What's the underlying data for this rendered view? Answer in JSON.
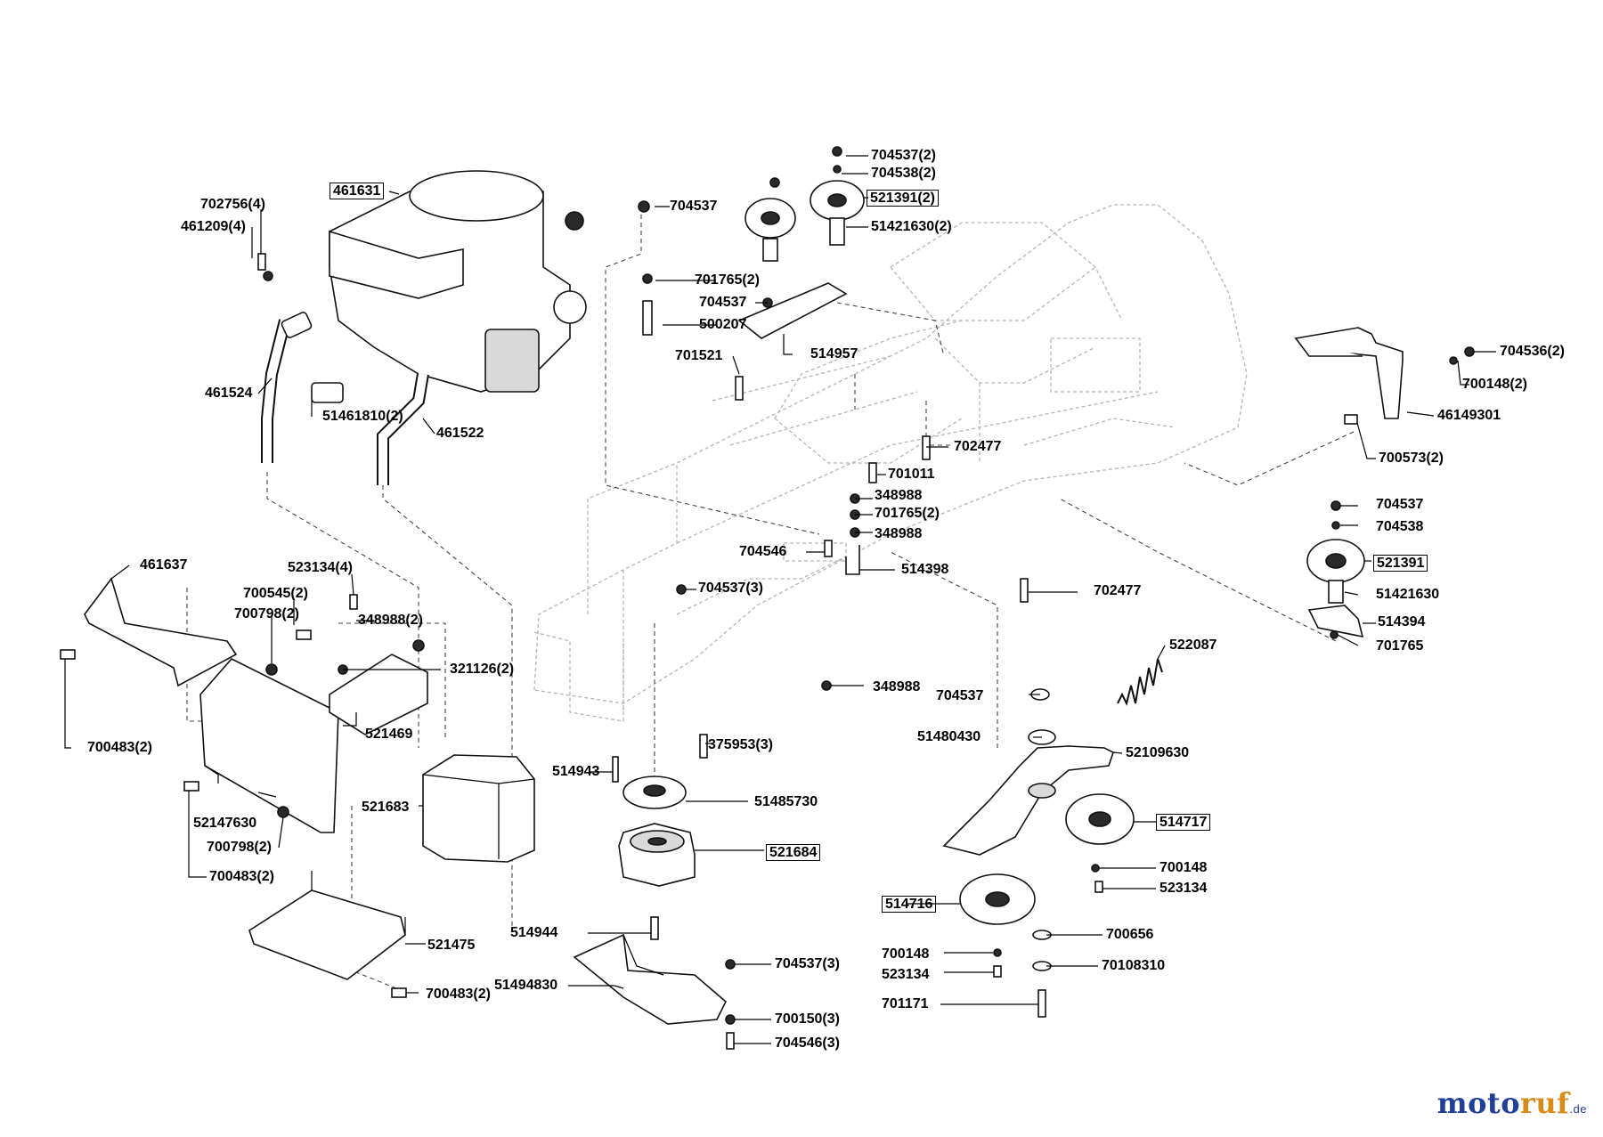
{
  "parts": [
    {
      "id": "p01",
      "label": "461631",
      "boxed": true
    },
    {
      "id": "p02",
      "label": "702756(4)",
      "boxed": false
    },
    {
      "id": "p03",
      "label": "461209(4)",
      "boxed": false
    },
    {
      "id": "p04",
      "label": "461524",
      "boxed": false
    },
    {
      "id": "p05",
      "label": "51461810(2)",
      "boxed": false
    },
    {
      "id": "p06",
      "label": "461522",
      "boxed": false
    },
    {
      "id": "p07",
      "label": "704537",
      "boxed": false
    },
    {
      "id": "p08",
      "label": "701765(2)",
      "boxed": false
    },
    {
      "id": "p09",
      "label": "704537",
      "boxed": false
    },
    {
      "id": "p10",
      "label": "500207",
      "boxed": false
    },
    {
      "id": "p11",
      "label": "701521",
      "boxed": false
    },
    {
      "id": "p12",
      "label": "514957",
      "boxed": false
    },
    {
      "id": "p13",
      "label": "704537(2)",
      "boxed": false
    },
    {
      "id": "p14",
      "label": "704538(2)",
      "boxed": false
    },
    {
      "id": "p15",
      "label": "521391(2)",
      "boxed": true
    },
    {
      "id": "p16",
      "label": "51421630(2)",
      "boxed": false
    },
    {
      "id": "p17",
      "label": "704536(2)",
      "boxed": false
    },
    {
      "id": "p18",
      "label": "700148(2)",
      "boxed": false
    },
    {
      "id": "p19",
      "label": "46149301",
      "boxed": false
    },
    {
      "id": "p20",
      "label": "700573(2)",
      "boxed": false
    },
    {
      "id": "p21",
      "label": "702477",
      "boxed": false
    },
    {
      "id": "p22",
      "label": "701011",
      "boxed": false
    },
    {
      "id": "p23",
      "label": "348988",
      "boxed": false
    },
    {
      "id": "p24",
      "label": "701765(2)",
      "boxed": false
    },
    {
      "id": "p25",
      "label": "348988",
      "boxed": false
    },
    {
      "id": "p26",
      "label": "704546",
      "boxed": false
    },
    {
      "id": "p27",
      "label": "514398",
      "boxed": false
    },
    {
      "id": "p28",
      "label": "704537",
      "boxed": false
    },
    {
      "id": "p29",
      "label": "704538",
      "boxed": false
    },
    {
      "id": "p30",
      "label": "521391",
      "boxed": true
    },
    {
      "id": "p31",
      "label": "51421630",
      "boxed": false
    },
    {
      "id": "p32",
      "label": "514394",
      "boxed": false
    },
    {
      "id": "p33",
      "label": "701765",
      "boxed": false
    },
    {
      "id": "p34",
      "label": "702477",
      "boxed": false
    },
    {
      "id": "p35",
      "label": "704537(3)",
      "boxed": false
    },
    {
      "id": "p36",
      "label": "461637",
      "boxed": false
    },
    {
      "id": "p37",
      "label": "523134(4)",
      "boxed": false
    },
    {
      "id": "p38",
      "label": "700545(2)",
      "boxed": false
    },
    {
      "id": "p39",
      "label": "700798(2)",
      "boxed": false
    },
    {
      "id": "p40",
      "label": "348988(2)",
      "boxed": false
    },
    {
      "id": "p41",
      "label": "321126(2)",
      "boxed": false
    },
    {
      "id": "p42",
      "label": "521469",
      "boxed": false
    },
    {
      "id": "p43",
      "label": "700483(2)",
      "boxed": false
    },
    {
      "id": "p44",
      "label": "348988",
      "boxed": false
    },
    {
      "id": "p45",
      "label": "522087",
      "boxed": false
    },
    {
      "id": "p46",
      "label": "704537",
      "boxed": false
    },
    {
      "id": "p47",
      "label": "51480430",
      "boxed": false
    },
    {
      "id": "p48",
      "label": "52109630",
      "boxed": false
    },
    {
      "id": "p49",
      "label": "375953(3)",
      "boxed": false
    },
    {
      "id": "p50",
      "label": "514943",
      "boxed": false
    },
    {
      "id": "p51",
      "label": "51485730",
      "boxed": false
    },
    {
      "id": "p52",
      "label": "521683",
      "boxed": false
    },
    {
      "id": "p53",
      "label": "521684",
      "boxed": true
    },
    {
      "id": "p54",
      "label": "514717",
      "boxed": true
    },
    {
      "id": "p55",
      "label": "52147630",
      "boxed": false
    },
    {
      "id": "p56",
      "label": "700798(2)",
      "boxed": false
    },
    {
      "id": "p57",
      "label": "700483(2)",
      "boxed": false
    },
    {
      "id": "p58",
      "label": "700148",
      "boxed": false
    },
    {
      "id": "p59",
      "label": "523134",
      "boxed": false
    },
    {
      "id": "p60",
      "label": "514716",
      "boxed": true
    },
    {
      "id": "p61",
      "label": "514944",
      "boxed": false
    },
    {
      "id": "p62",
      "label": "521475",
      "boxed": false
    },
    {
      "id": "p63",
      "label": "700656",
      "boxed": false
    },
    {
      "id": "p64",
      "label": "704537(3)",
      "boxed": false
    },
    {
      "id": "p65",
      "label": "51494830",
      "boxed": false
    },
    {
      "id": "p66",
      "label": "700148",
      "boxed": false
    },
    {
      "id": "p67",
      "label": "523134",
      "boxed": false
    },
    {
      "id": "p68",
      "label": "70108310",
      "boxed": false
    },
    {
      "id": "p69",
      "label": "700483(2)",
      "boxed": false
    },
    {
      "id": "p70",
      "label": "700150(3)",
      "boxed": false
    },
    {
      "id": "p71",
      "label": "701171",
      "boxed": false
    },
    {
      "id": "p72",
      "label": "704546(3)",
      "boxed": false
    }
  ],
  "watermark": {
    "part1": "moto",
    "part2": "ruf",
    "suffix": ".de"
  },
  "colors": {
    "watermark_blue": "#1f3f9a",
    "watermark_orange": "#d98c1a"
  }
}
